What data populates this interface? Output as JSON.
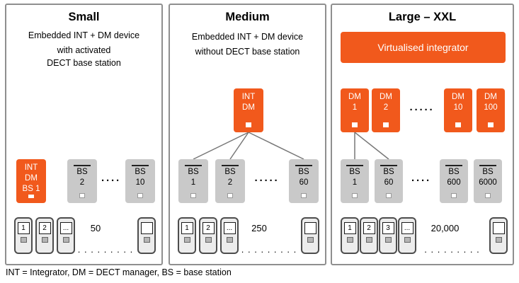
{
  "colors": {
    "orange": "#f1591c",
    "box_gray": "#c9c9c9"
  },
  "footnote": "INT = Integrator, DM = DECT manager, BS = base station",
  "panels": [
    {
      "title": "Small",
      "desc1": "Embedded INT + DM device",
      "desc2": "with activated",
      "desc3": "DECT base station",
      "main_box": {
        "line1": "INT",
        "line2": "DM",
        "line3": "BS 1"
      },
      "bs_boxes": [
        {
          "type": "BS",
          "num": "2"
        },
        {
          "type": "BS",
          "num": "10"
        }
      ],
      "bs_dots": "····",
      "handsets": [
        "1",
        "2",
        "..."
      ],
      "capacity": "50",
      "row_dots": ". . . . . . . . ."
    },
    {
      "title": "Medium",
      "desc1": "Embedded INT + DM device",
      "desc2": "without DECT base station",
      "main_box": {
        "line1": "INT",
        "line2": "DM"
      },
      "bs_boxes": [
        {
          "type": "BS",
          "num": "1"
        },
        {
          "type": "BS",
          "num": "2"
        },
        {
          "type": "BS",
          "num": "60"
        }
      ],
      "bs_dots": "·····",
      "handsets": [
        "1",
        "2",
        "..."
      ],
      "capacity": "250",
      "row_dots": ". . . . . . . . ."
    },
    {
      "title": "Large – XXL",
      "banner": "Virtualised integrator",
      "dm_boxes": [
        {
          "type": "DM",
          "num": "1"
        },
        {
          "type": "DM",
          "num": "2"
        },
        {
          "type": "DM",
          "num": "10"
        },
        {
          "type": "DM",
          "num": "100"
        }
      ],
      "dm_dots": "·····",
      "bs_boxes": [
        {
          "type": "BS",
          "num": "1"
        },
        {
          "type": "BS",
          "num": "60"
        },
        {
          "type": "BS",
          "num": "600"
        },
        {
          "type": "BS",
          "num": "6000"
        }
      ],
      "bs_dots": "····",
      "handsets": [
        "1",
        "2",
        "3",
        "..."
      ],
      "capacity": "20,000",
      "row_dots": ". . . . . . . . ."
    }
  ]
}
